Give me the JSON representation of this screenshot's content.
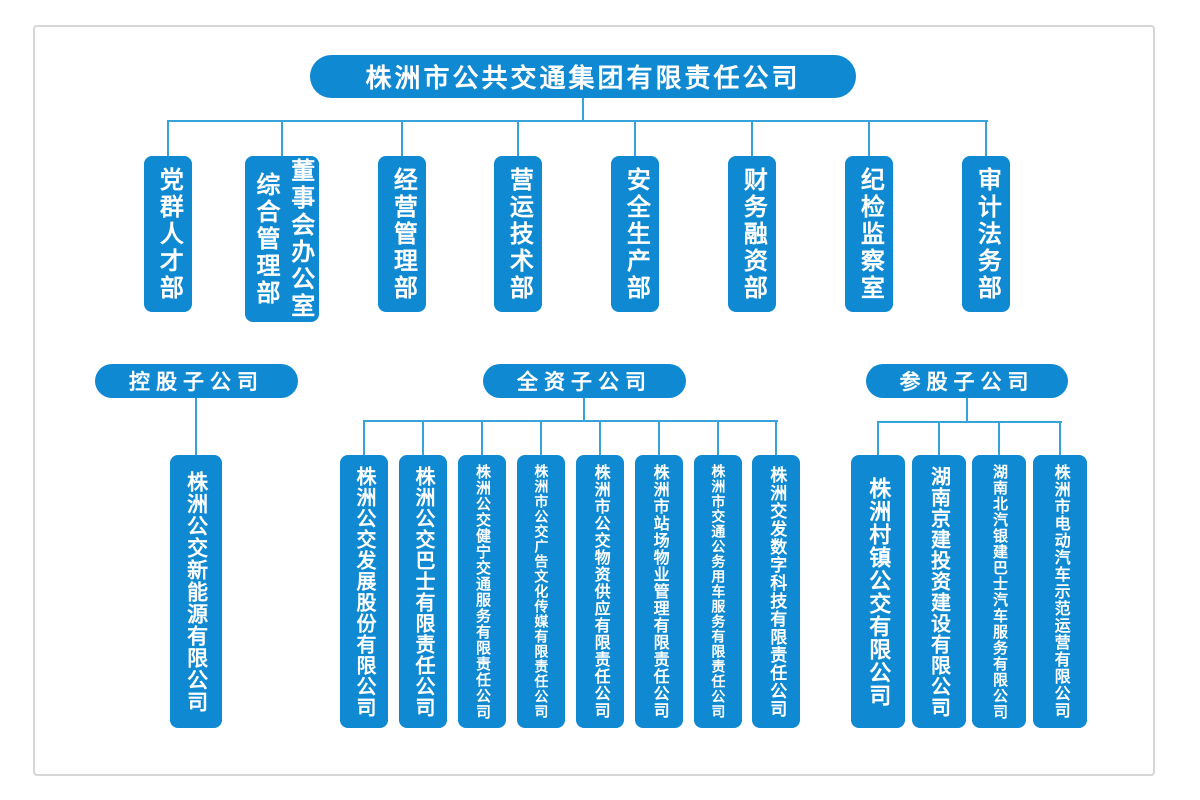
{
  "colors": {
    "box_blue": "#0e89d2",
    "line_blue": "#38a3da",
    "frame_gray": "#d6d6d6",
    "text_white": "#ffffff"
  },
  "root": {
    "label": "株洲市公共交通集团有限责任公司"
  },
  "departments": [
    {
      "label": "党群人才部"
    },
    {
      "label": "董事会办公室\n综合管理部"
    },
    {
      "label": "经营管理部"
    },
    {
      "label": "营运技术部"
    },
    {
      "label": "安全生产部"
    },
    {
      "label": "财务融资部"
    },
    {
      "label": "纪检监察室"
    },
    {
      "label": "审计法务部"
    }
  ],
  "groups": [
    {
      "label": "控股子公司",
      "companies": [
        "株洲公交新能源有限公司"
      ]
    },
    {
      "label": "全资子公司",
      "companies": [
        "株洲公交发展股份有限公司",
        "株洲公交巴士有限责任公司",
        "株洲公交健宁交通服务有限责任公司",
        "株洲市公交广告文化传媒有限责任公司",
        "株洲市公交物资供应有限责任公司",
        "株洲市站场物业管理有限责任公司",
        "株洲市交通公务用车服务有限责任公司",
        "株洲交发数字科技有限责任公司"
      ]
    },
    {
      "label": "参股子公司",
      "companies": [
        "株洲村镇公交有限公司",
        "湖南京建投资建设有限公司",
        "湖南北汽银建巴士汽车服务有限公司",
        "株洲市电动汽车示范运营有限公司"
      ]
    }
  ]
}
